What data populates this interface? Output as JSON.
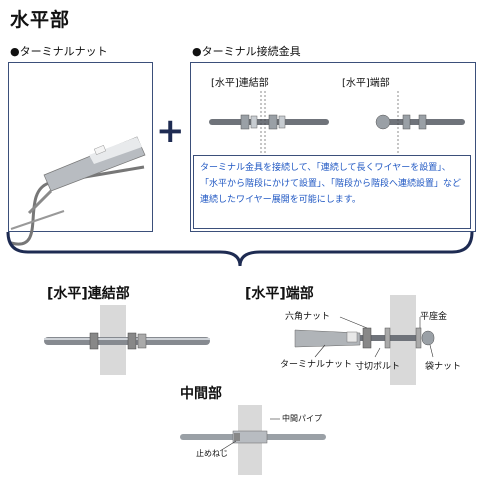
{
  "title": "水平部",
  "left_panel": {
    "heading": "●ターミナルナット"
  },
  "plus_sign": "+",
  "right_panel": {
    "heading": "●ターミナル接続金具",
    "label_connect": "[水平]連結部",
    "label_end": "[水平]端部",
    "description": "ターミナル金具を接続して、「連続して長くワイヤーを設置」、「水平から階段にかけて設置」、「階段から階段へ連続設置」など連続したワイヤー展開を可能にします。"
  },
  "bottom": {
    "connect_heading": "[水平]連結部",
    "end_heading": "[水平]端部",
    "middle_heading": "中間部",
    "callouts": {
      "hex_nut": "六角ナット",
      "flat_washer": "平座金",
      "terminal_nut": "ターミナルナット",
      "stud_bolt": "寸切ボルト",
      "cap_nut": "袋ナット",
      "middle_pipe": "中間パイプ",
      "set_screw": "止めねじ"
    }
  },
  "colors": {
    "frame": "#3b4f7a",
    "desc_text": "#1f57c3",
    "brace": "#1e2b52"
  }
}
